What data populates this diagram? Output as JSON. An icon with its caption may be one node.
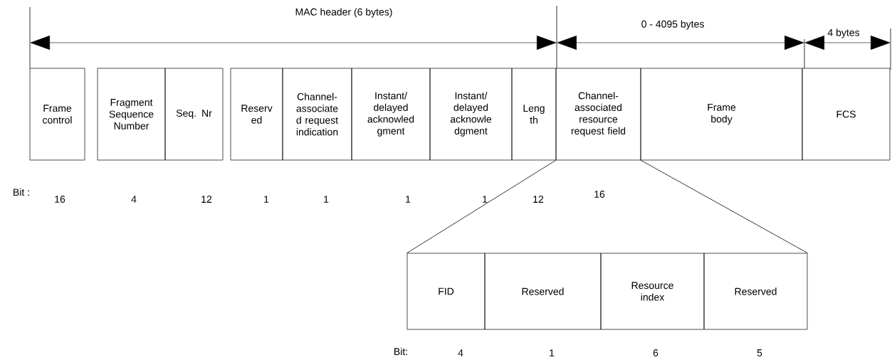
{
  "diagram": {
    "nodes": [
      {
        "text": [
          "Frame control"
        ]
      },
      {
        "text": [
          "Fragment Sequence Number"
        ]
      },
      {
        "text": [
          "Seq. Nr"
        ]
      },
      {
        "text": [
          "Reserv ed"
        ]
      },
      {
        "text": [
          "Channel- associate d request indication"
        ]
      },
      {
        "text": [
          "Instant/ delayed acknowled gment"
        ]
      },
      {
        "text": [
          "Instant/ delayed acknowle dgment"
        ]
      },
      {
        "text": [
          "Leng th"
        ]
      },
      {
        "text": [
          "Channel- associated resource request field"
        ]
      },
      {
        "text": [
          "Frame body"
        ]
      },
      {
        "text": [
          "FCS"
        ]
      },
      {
        "text": [
          "FID"
        ]
      },
      {
        "text": [
          "Reserved"
        ]
      },
      {
        "text": [
          "Resource index"
        ]
      },
      {
        "text": [
          "Reserved"
        ]
      }
    ],
    "edges": [
      {
        "from": 8,
        "to": 11,
        "arrow": "none"
      },
      {
        "from": 8,
        "to": 14,
        "arrow": "none"
      }
    ],
    "labels": [
      "MAC header (6 bytes)",
      "0 - 4095 bytes",
      "4 bytes",
      "Bit :",
      "16",
      "4",
      "12",
      "1",
      "1",
      "1",
      "1",
      "12",
      "16",
      "Bit:",
      "4",
      "1",
      "6",
      "5"
    ]
  }
}
